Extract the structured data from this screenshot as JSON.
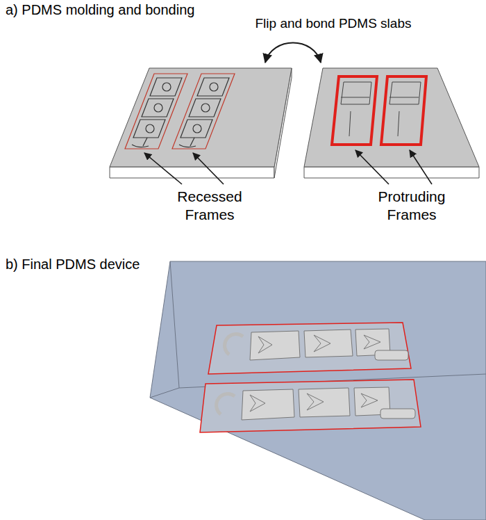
{
  "diagram": {
    "labels": [
      "a) PDMS molding and bonding",
      "Flip and bond PDMS slabs",
      "Recessed Frames",
      "Protruding Frames",
      "b) Final PDMS device"
    ]
  }
}
